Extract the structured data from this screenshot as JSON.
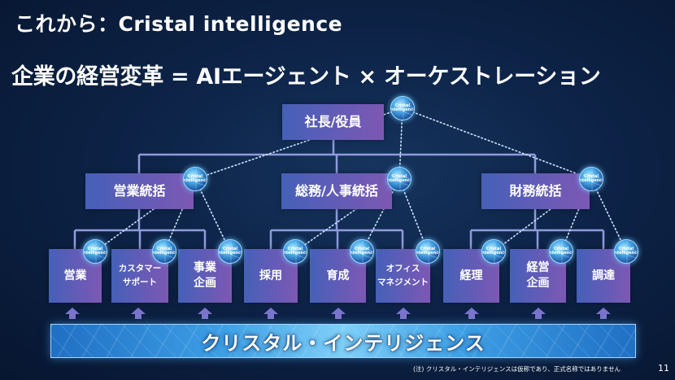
{
  "title": "これから：Cristal intelligence",
  "headline": "企業の経営変革 = AIエージェント × オーケストレーション",
  "top": {
    "label": "社長/役員"
  },
  "divisions": [
    {
      "label": "営業統括",
      "children": [
        "営業",
        "カスタマー\nサポート",
        "事業\n企画"
      ]
    },
    {
      "label": "総務/人事統括",
      "children": [
        "採用",
        "育成",
        "オフィス\nマネジメント"
      ]
    },
    {
      "label": "財務統括",
      "children": [
        "経理",
        "経営\n企画",
        "調達"
      ]
    }
  ],
  "agent_badge": "Cristal\nintelligence",
  "foundation": "クリスタル・インテリジェンス",
  "footnote": "(注) クリスタル・インテリジェンスは仮称であり、正式名称ではありません",
  "page_number": "11",
  "colors": {
    "box_start": "#4560b8",
    "box_end": "#7d58b4",
    "connector": "#8f9bdc",
    "agent_link": "#cfe4ff",
    "arrow": "#7b74cc"
  }
}
